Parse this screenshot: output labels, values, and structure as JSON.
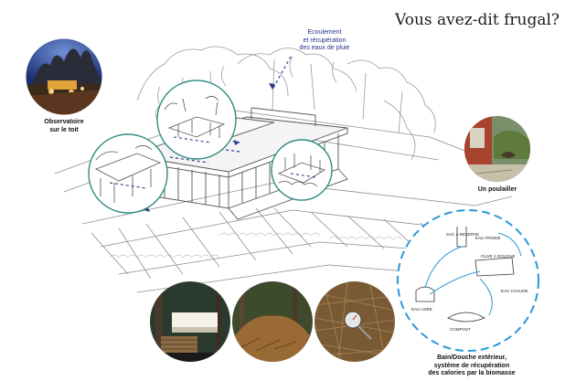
{
  "title": "Vous avez-dit frugal?",
  "captions": {
    "rainwater": [
      "Ecoulement",
      "et récupération",
      "des eaux de pluie"
    ],
    "observatory": [
      "Observatoire",
      "sur le toit"
    ],
    "chicken": [
      "Un poulailler"
    ],
    "bath": [
      "Bain/Douche extérieur,",
      "système de récupération",
      "des calories par la biomasse"
    ]
  },
  "diagram_labels": {
    "tank": "SAC À RESERVE",
    "heater": "CUVE À DOUCHE",
    "biomass": "COMPOST",
    "pump": "EAU CHAUDE",
    "drain": "EAU USÉE",
    "inlet": "EAU FROIDE"
  },
  "colors": {
    "accent_teal": "#2e8c82",
    "accent_blue": "#2b9ad8",
    "arrow_navy": "#2a3b8f",
    "sketch": "#8a8a8a"
  }
}
